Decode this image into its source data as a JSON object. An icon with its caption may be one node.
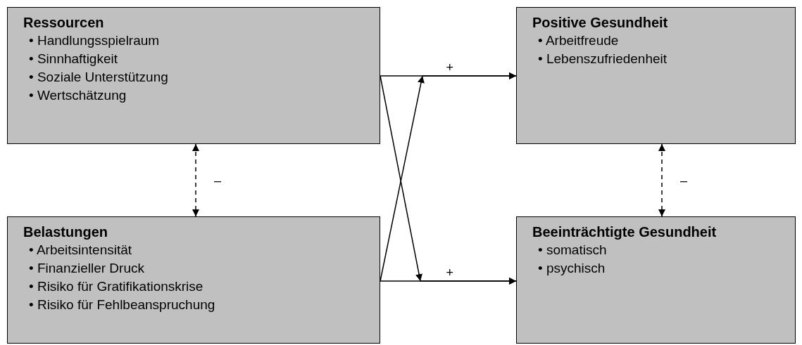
{
  "diagram": {
    "nodes": [
      {
        "text": [
          "Ressourcen",
          "• Handlungsspielraum",
          "• Sinnhaftigkeit",
          "• Soziale Unterstützung",
          "• Wertschätzung"
        ]
      },
      {
        "text": [
          "Positive Gesundheit",
          "• Arbeitfreude",
          "• Lebenszufriedenheit"
        ]
      },
      {
        "text": [
          "Belastungen",
          "• Arbeitsintensität",
          "• Finanzieller Druck",
          "• Risiko für Gratifikationskrise",
          "• Risiko für Fehlbeanspruchung"
        ]
      },
      {
        "text": [
          "Beeinträchtigte Gesundheit",
          "• somatisch",
          "• psychisch"
        ]
      }
    ],
    "edges": [
      {
        "from": 0,
        "to": 1,
        "arrow": "to",
        "label": "+"
      },
      {
        "from": 0,
        "to": 3,
        "arrow": "to"
      },
      {
        "from": 2,
        "to": 1,
        "arrow": "to"
      },
      {
        "from": 2,
        "to": 3,
        "arrow": "to",
        "label": "+"
      },
      {
        "from": 0,
        "to": 2,
        "arrow": "both",
        "style": "dashed",
        "label": "–"
      },
      {
        "from": 1,
        "to": 3,
        "arrow": "both",
        "style": "dashed",
        "label": "–"
      }
    ]
  }
}
